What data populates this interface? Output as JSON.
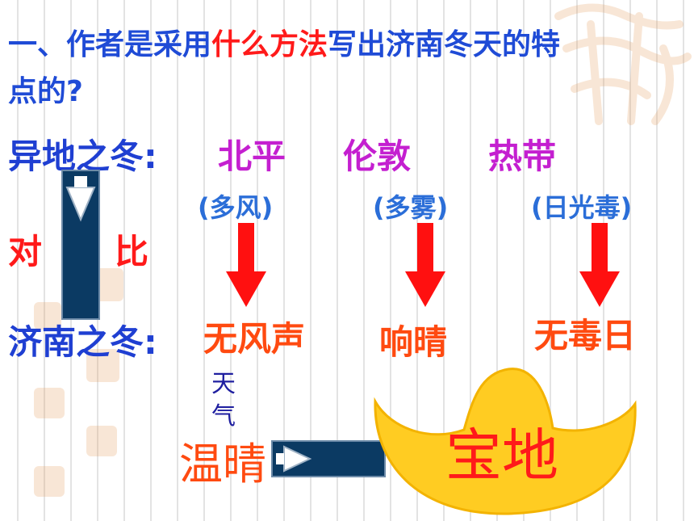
{
  "title": {
    "prefix": "一、作者是采用",
    "highlight": "什么方法",
    "suffix": "写出济南冬天的特",
    "line2": "点的?"
  },
  "other_places": {
    "label": "异地之冬:",
    "cities": [
      "北平",
      "伦敦",
      "热带"
    ],
    "notes": [
      "(多风)",
      "(多雾)",
      "(日光毒)"
    ]
  },
  "contrast": {
    "left": "对",
    "right": "比"
  },
  "jinan": {
    "label": "济南之冬:",
    "traits": [
      "无风声",
      "响晴",
      "无毒日"
    ]
  },
  "weather": {
    "word": [
      "天",
      "气"
    ],
    "result": "温晴"
  },
  "treasure": "宝地",
  "colors": {
    "title_blue": "#1f4bd6",
    "red": "#ff1a1a",
    "purple": "#c41fd0",
    "orange": "#ff4a10",
    "navy": "#0b3a63",
    "gold": "#ffcc22"
  }
}
